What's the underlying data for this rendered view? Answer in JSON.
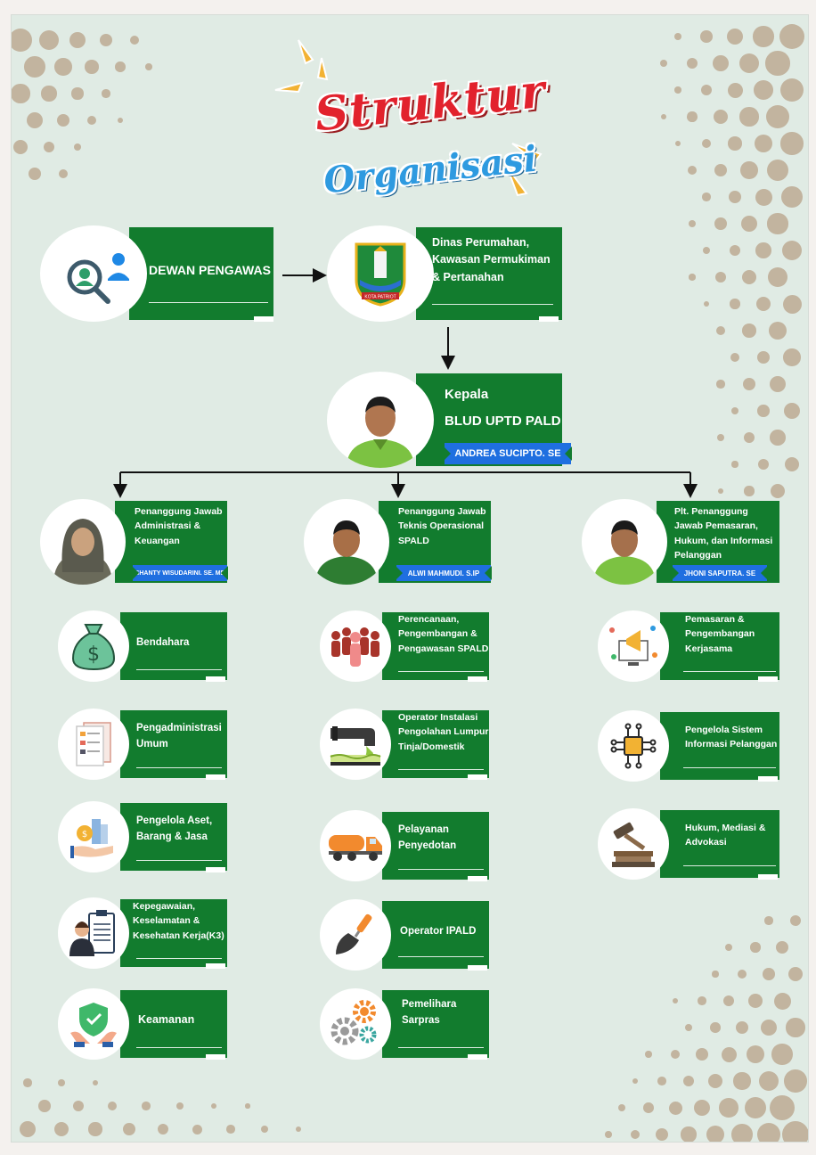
{
  "title": {
    "line1": "Struktur",
    "line2": "Organisasi"
  },
  "top": {
    "dewan": {
      "label": "DEWAN PENGAWAS"
    },
    "dinas": {
      "label": "Dinas Perumahan, Kawasan Permukiman & Pertanahan",
      "logo_text": "KOTA PATRIOT"
    },
    "kepala": {
      "label1": "Kepala",
      "label2": "BLUD UPTD PALD",
      "name": "ANDREA SUCIPTO. SE"
    }
  },
  "heads": [
    {
      "label": "Penanggung Jawab Administrasi & Keuangan",
      "name": "SHANTY WISUDARINI. SE. ME"
    },
    {
      "label": "Penanggung Jawab Teknis Operasional SPALD",
      "name": "ALWI MAHMUDI. S.IP"
    },
    {
      "label": "Plt. Penanggung Jawab Pemasaran, Hukum, dan Informasi Pelanggan",
      "name": "JHONI SAPUTRA. SE"
    }
  ],
  "col1": [
    {
      "label": "Bendahara",
      "icon": "money-bag-icon"
    },
    {
      "label": "Pengadministrasi Umum",
      "icon": "documents-icon"
    },
    {
      "label": "Pengelola Aset, Barang & Jasa",
      "icon": "asset-hand-icon"
    },
    {
      "label": "Kepegawaian, Keselamatan & Kesehatan Kerja(K3)",
      "icon": "clipboard-person-icon"
    },
    {
      "label": "Keamanan",
      "icon": "shield-hands-icon"
    }
  ],
  "col2": [
    {
      "label": "Perencanaan, Pengembangan & Pengawasan SPALD",
      "icon": "team-icon"
    },
    {
      "label": "Operator Instalasi Pengolahan Lumpur Tinja/Domestik",
      "icon": "pipe-icon"
    },
    {
      "label": "Pelayanan Penyedotan",
      "icon": "tank-truck-icon"
    },
    {
      "label": "Operator IPALD",
      "icon": "trowel-icon"
    },
    {
      "label": "Pemelihara Sarpras",
      "icon": "gears-icon"
    }
  ],
  "col3": [
    {
      "label": "Pemasaran & Pengembangan Kerjasama",
      "icon": "marketing-icon"
    },
    {
      "label": "Pengelola Sistem Informasi Pelanggan",
      "icon": "network-chip-icon"
    },
    {
      "label": "Hukum, Mediasi & Advokasi",
      "icon": "gavel-icon"
    }
  ],
  "colors": {
    "green": "#127c2e",
    "blue": "#1f6fe0",
    "title_red": "#e2222d",
    "title_blue": "#2e9ae0",
    "background": "#e0ebe4",
    "dot": "#c2b49f"
  }
}
